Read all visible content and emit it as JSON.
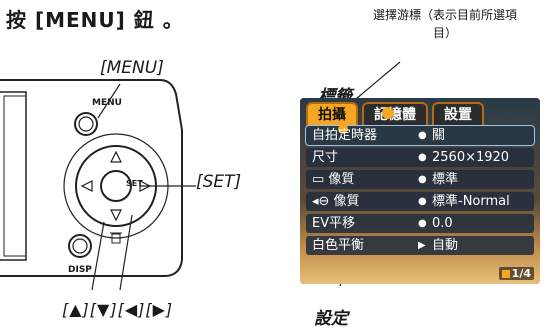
{
  "heading": "按 [MENU] 鈕 。",
  "labels": {
    "menu_callout": "[MENU]",
    "set_callout": "[SET]",
    "arrows_callout": "[▲][▼][◀][▶]",
    "tab_callout": "標籤",
    "setting_callout": "設定",
    "cursor_note": "選擇游標（表示目前所選項目）"
  },
  "camera": {
    "menu_button_text": "MENU",
    "disp_button_text": "DISP",
    "set_button_text": "SET"
  },
  "lcd": {
    "tabs": [
      {
        "label": "拍攝",
        "active": true
      },
      {
        "label": "記憶體",
        "active": false
      },
      {
        "label": "設置",
        "active": false
      }
    ],
    "rows": [
      {
        "label": "自拍定時器",
        "value": "關",
        "bullet": "●"
      },
      {
        "label": "尺寸",
        "value": "2560×1920",
        "bullet": "●"
      },
      {
        "label": "▭ 像質",
        "value": "標準",
        "bullet": "●"
      },
      {
        "label": "◂⊖ 像質",
        "value": "標準-Normal",
        "bullet": "●"
      },
      {
        "label": "EV平移",
        "value": "0.0",
        "bullet": "●"
      },
      {
        "label": "白色平衡",
        "value": "自動",
        "bullet": "▶"
      }
    ],
    "page_indicator": "1/4"
  }
}
